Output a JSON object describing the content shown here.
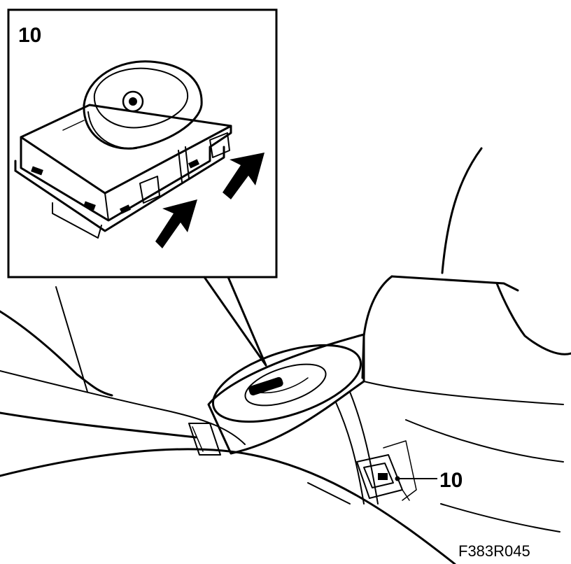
{
  "figure": {
    "inset_callout": "10",
    "part_callout": "10",
    "figure_code": "F383R045",
    "icons": [
      "arrow-icon",
      "arrow-icon"
    ]
  }
}
